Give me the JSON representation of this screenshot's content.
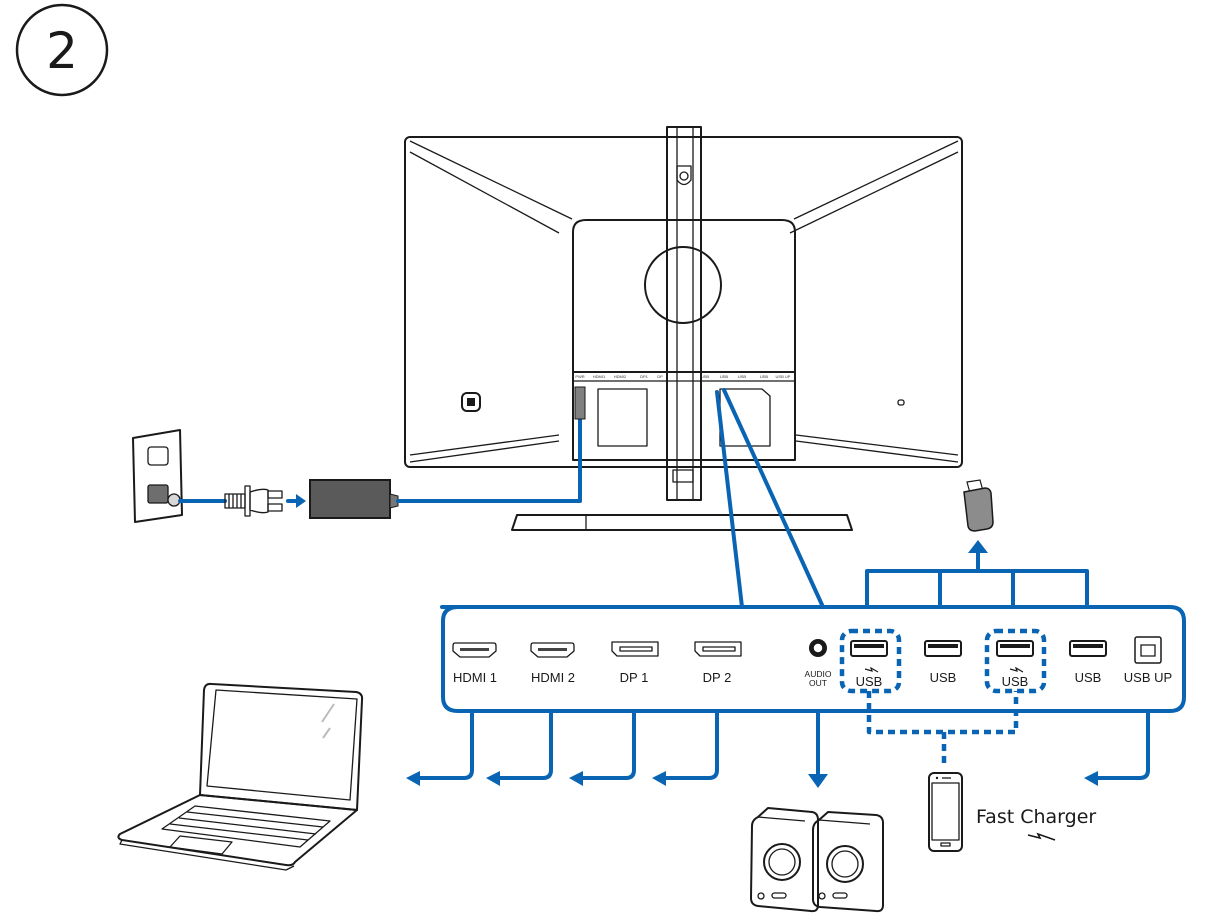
{
  "step": {
    "number": "2"
  },
  "colors": {
    "cable": "#0a64b4",
    "outline": "#1a1a1a",
    "adapter": "#5a5a5a",
    "usb_stick": "#8c8c8c"
  },
  "monitor": {
    "brand_logo": "philips-logo",
    "rear_panel_labels": [
      "PWR",
      "HDMI1",
      "HDMI2",
      "DP1",
      "DP",
      "USB",
      "USB",
      "USB",
      "USB",
      "USB UP"
    ]
  },
  "power": {
    "items": [
      "wall-outlet",
      "power-plug",
      "power-adapter"
    ]
  },
  "io_panel": {
    "ports": [
      {
        "id": "hdmi1",
        "label": "HDMI 1",
        "type": "hdmi"
      },
      {
        "id": "hdmi2",
        "label": "HDMI 2",
        "type": "hdmi"
      },
      {
        "id": "dp1",
        "label": "DP 1",
        "type": "displayport"
      },
      {
        "id": "dp2",
        "label": "DP 2",
        "type": "displayport"
      },
      {
        "id": "audio",
        "label_line1": "AUDIO",
        "label_line2": "OUT",
        "type": "audio-jack"
      },
      {
        "id": "usb_fast1",
        "label": "USB",
        "type": "usb-a",
        "fast_charge": true
      },
      {
        "id": "usb2",
        "label": "USB",
        "type": "usb-a",
        "fast_charge": false
      },
      {
        "id": "usb_fast2",
        "label": "USB",
        "type": "usb-a",
        "fast_charge": true
      },
      {
        "id": "usb4",
        "label": "USB",
        "type": "usb-a",
        "fast_charge": false
      },
      {
        "id": "usb_up",
        "label": "USB UP",
        "type": "usb-b"
      }
    ]
  },
  "devices": {
    "laptop": "laptop",
    "speakers": "speakers",
    "usb_stick": "usb-flash-drive",
    "phone": "smartphone"
  },
  "fast_charger": {
    "label": "Fast Charger"
  }
}
